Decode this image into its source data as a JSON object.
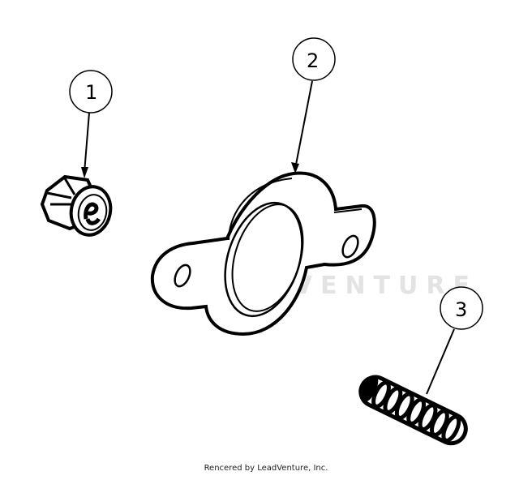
{
  "diagram": {
    "type": "exploded-parts-view",
    "background": "#ffffff",
    "line_color": "#000000",
    "callouts": [
      {
        "number": "1",
        "part": "flange nut"
      },
      {
        "number": "2",
        "part": "exhaust gasket"
      },
      {
        "number": "3",
        "part": "stud"
      }
    ],
    "watermark": {
      "text": "LEADVENTURE",
      "color": "#e3e3e3"
    }
  },
  "footer": {
    "text": "Rencered by LeadVenture, Inc."
  }
}
